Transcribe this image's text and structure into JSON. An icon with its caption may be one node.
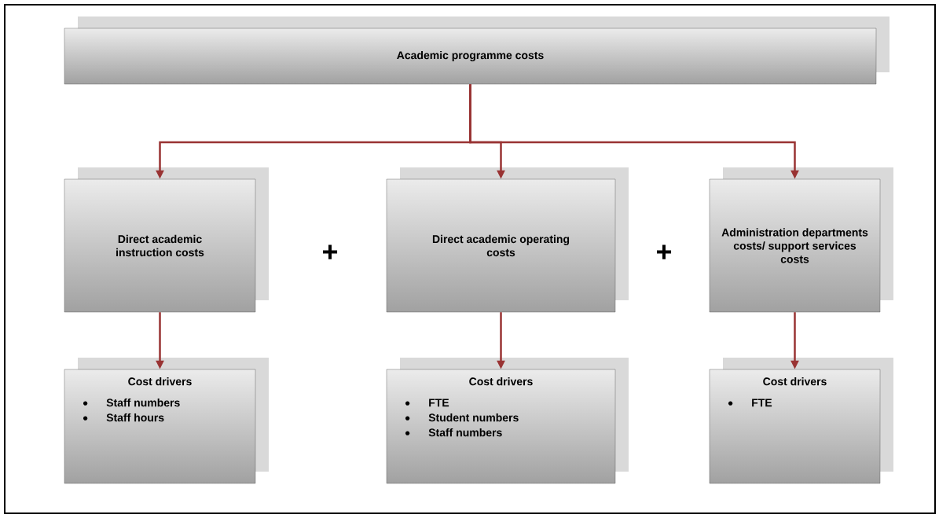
{
  "diagram": {
    "nodes": [
      {
        "text": [
          "Academic programme costs"
        ]
      },
      {
        "text": [
          "Direct academic instruction costs"
        ]
      },
      {
        "text": [
          "Direct academic operating costs"
        ]
      },
      {
        "text": [
          "Administration departments costs/ support services costs"
        ]
      },
      {
        "text": [
          "Cost drivers",
          "Staff numbers",
          "Staff hours"
        ]
      },
      {
        "text": [
          "Cost drivers",
          "FTE",
          "Student numbers",
          "Staff numbers"
        ]
      },
      {
        "text": [
          "Cost drivers",
          "FTE"
        ]
      }
    ],
    "edges": [
      {
        "from": 0,
        "to": 1,
        "arrow": "to"
      },
      {
        "from": 0,
        "to": 2,
        "arrow": "to"
      },
      {
        "from": 0,
        "to": 3,
        "arrow": "to"
      },
      {
        "from": 1,
        "to": 4,
        "arrow": "to"
      },
      {
        "from": 2,
        "to": 5,
        "arrow": "to"
      },
      {
        "from": 3,
        "to": 6,
        "arrow": "to"
      }
    ],
    "labels": [
      "+",
      "+"
    ]
  }
}
